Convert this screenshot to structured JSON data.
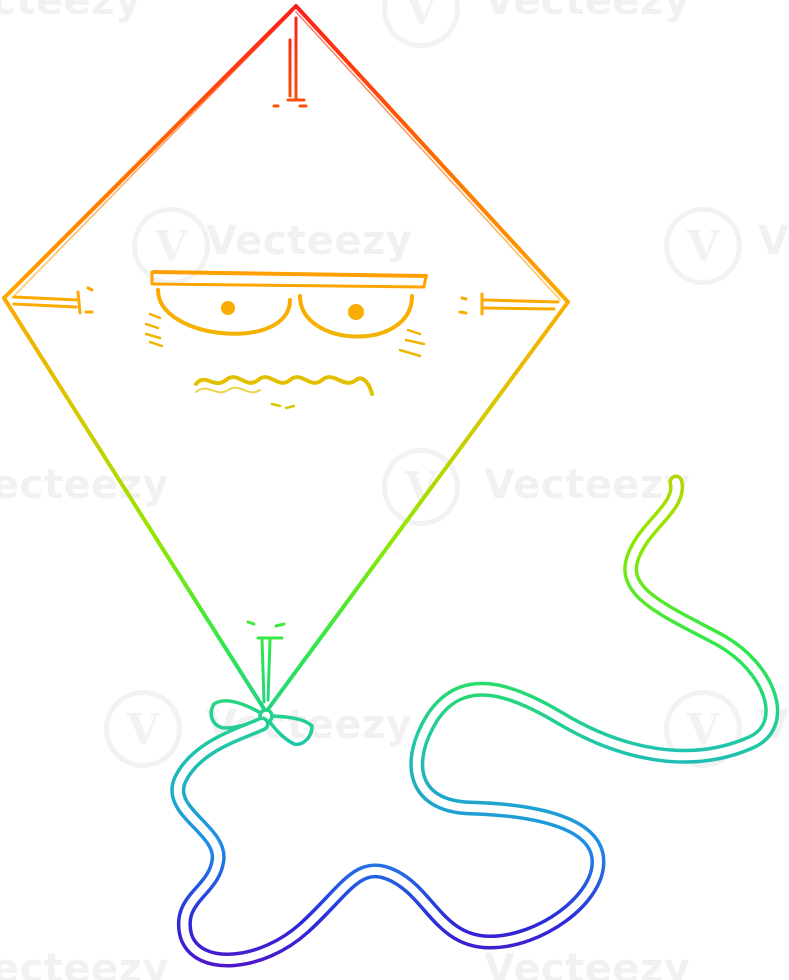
{
  "image": {
    "subject": "kite-cartoon",
    "background": "#ffffff",
    "gradient_colors": [
      "#ff1a1a",
      "#ff8a00",
      "#ffb300",
      "#a8e800",
      "#2ee84a",
      "#1fc7a8",
      "#1e90e8",
      "#2a2ad8",
      "#5a12c8"
    ]
  },
  "watermark": {
    "text": "Vecteezy",
    "partial_left": "ecteezy",
    "partial_right": "V",
    "partial_top": "Vecteezy",
    "partial_top_left": "cteezy"
  }
}
